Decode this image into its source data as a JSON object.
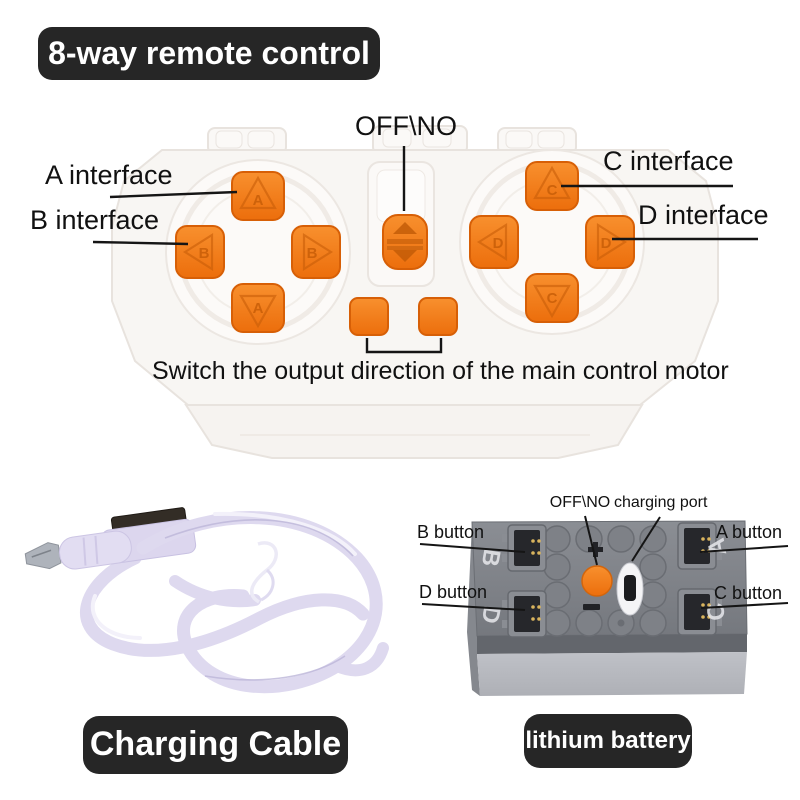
{
  "title": "8-way remote control",
  "colors": {
    "accent_orange": "#F07818",
    "badge_background": "#262626",
    "badge_text": "#FFFFFF",
    "annotation_text": "#111111",
    "remote_body_white": "#F8F6F3",
    "battery_gray_top": "#81848A",
    "battery_gray_front": "#B2B4BA",
    "cable_lavender": "#DED9EF"
  },
  "remote": {
    "off_no_label": "OFF\\NO",
    "interface_labels": {
      "a": "A interface",
      "b": "B interface",
      "c": "C interface",
      "d": "D interface"
    },
    "switch_note": "Switch the output direction of the main control motor",
    "pads": {
      "left": {
        "up": "A",
        "left": "B",
        "right": "B",
        "down": "A"
      },
      "right": {
        "up": "C",
        "left": "D",
        "right": "D",
        "down": "C"
      }
    }
  },
  "cable": {
    "label": "Charging Cable"
  },
  "battery": {
    "label": "lithium battery",
    "annotations": {
      "off_no": "OFF\\NO",
      "charging_port": "charging port",
      "a": "A button",
      "b": "B button",
      "c": "C button",
      "d": "D button"
    },
    "port_letters": {
      "top_left": "B",
      "top_right": "A",
      "bottom_left": "D",
      "bottom_right": "C"
    }
  }
}
